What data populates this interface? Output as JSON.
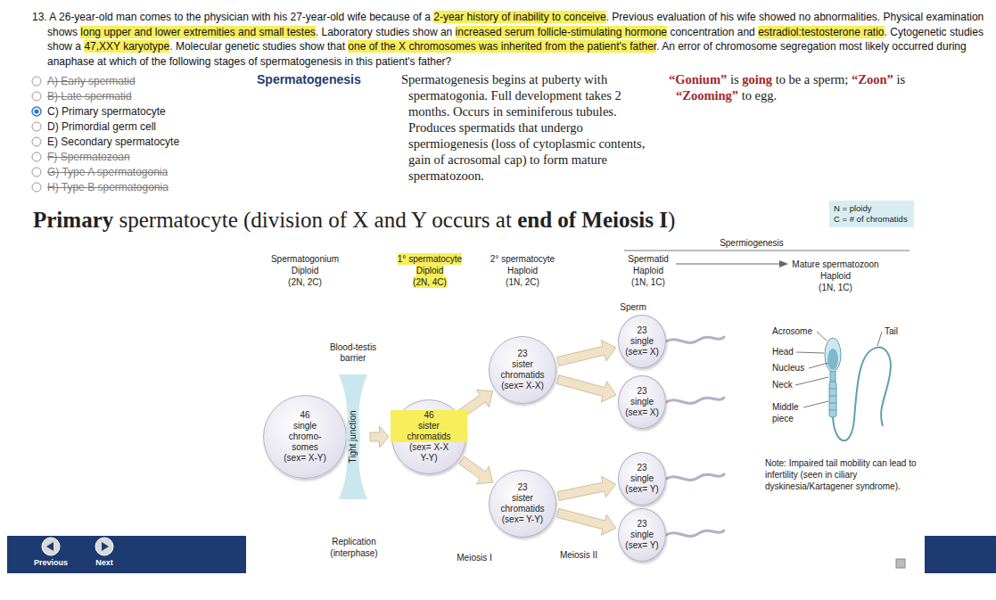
{
  "diagram": {
    "nodes": [
      {
        "text": [
          "N = ploidy",
          "C = # of chromatids"
        ]
      },
      {
        "text": [
          "46 single chromo- somes",
          "(sex= X-Y)"
        ]
      },
      {
        "text": [
          "Blood-testis barrier",
          "Tight junction"
        ]
      },
      {
        "text": [
          "46 sister chromatids",
          "(sex= X-X Y-Y)"
        ]
      },
      {
        "text": [
          "23 sister chromatids",
          "(sex= X-X)"
        ]
      },
      {
        "text": [
          "23 sister chromatids",
          "(sex= Y-Y)"
        ]
      },
      {
        "text": [
          "23 single",
          "(sex= X)"
        ]
      },
      {
        "text": [
          "23 single",
          "(sex= X)"
        ]
      },
      {
        "text": [
          "23 single",
          "(sex= Y)"
        ]
      },
      {
        "text": [
          "23 single",
          "(sex= Y)"
        ]
      }
    ],
    "edges": [
      {
        "from": 1,
        "to": 2,
        "arrow": "to"
      },
      {
        "from": 2,
        "to": 3,
        "arrow": "to"
      },
      {
        "from": 3,
        "to": 4,
        "arrow": "to"
      },
      {
        "from": 3,
        "to": 5,
        "arrow": "to"
      },
      {
        "from": 4,
        "to": 6,
        "arrow": "to"
      },
      {
        "from": 4,
        "to": 7,
        "arrow": "to"
      },
      {
        "from": 5,
        "to": 8,
        "arrow": "to"
      },
      {
        "from": 5,
        "to": 9,
        "arrow": "to"
      }
    ],
    "labels": [
      "13. A 26-year-old man comes to the physician with his 27-year-old wife because of a",
      "2-year history of inability to conceive",
      ". Previous evaluation of his wife showed no abnormalities. Physical examination shows",
      "long upper and lower extremities and small testes",
      ". Laboratory studies show an",
      "increased serum follicle-stimulating hormone",
      "concentration and",
      "estradiol:testosterone ratio",
      ". Cytogenetic studies show a",
      "47,XXY karyotype",
      ". Molecular genetic studies show that",
      "one of the X chromosomes was inherited from the patient's father",
      ". An error of chromosome segregation most likely occurred during anaphase at which of the following stages of spermatogenesis in this patient's father?",
      "A) Early spermatid",
      "B) Late spermatid",
      "C) Primary spermatocyte",
      "D) Primordial germ cell",
      "E) Secondary spermatocyte",
      "F) Spermatozoan",
      "G) Type A spermatogonia",
      "H) Type B spermatogonia",
      "Spermatogenesis",
      "Spermatogenesis begins at puberty with spermatogonia. Full development takes 2 months. Occurs in seminiferous tubules. Produces spermatids that undergo spermiogenesis (loss of cytoplasmic contents, gain of acrosomal cap) to form mature spermatozoon.",
      "“Gonium”",
      "is",
      "going",
      "to be a sperm;",
      "“Zoon”",
      "is",
      "“Zooming”",
      "to egg.",
      "Primary",
      "spermatocyte (division of X and Y occurs at",
      "end of Meiosis I",
      ")",
      "Spermiogenesis",
      "Spermatogonium",
      "Diploid",
      "(2N, 2C)",
      "1° spermatocyte",
      "Diploid",
      "(2N, 4C)",
      "2° spermatocyte",
      "Haploid",
      "(1N, 2C)",
      "Spermatid",
      "Haploid",
      "(1N, 1C)",
      "Mature spermatozoon",
      "Haploid",
      "(1N, 1C)",
      "Sperm",
      "Acrosome",
      "Head",
      "Nucleus",
      "Neck",
      "Middle piece",
      "Tail",
      "Note: Impaired tail mobility can lead to infertility (seen in ciliary dyskinesia/Kartagener syndrome).",
      "Replication (interphase)",
      "Meiosis I",
      "Meiosis II",
      "Previous",
      "Next"
    ]
  }
}
